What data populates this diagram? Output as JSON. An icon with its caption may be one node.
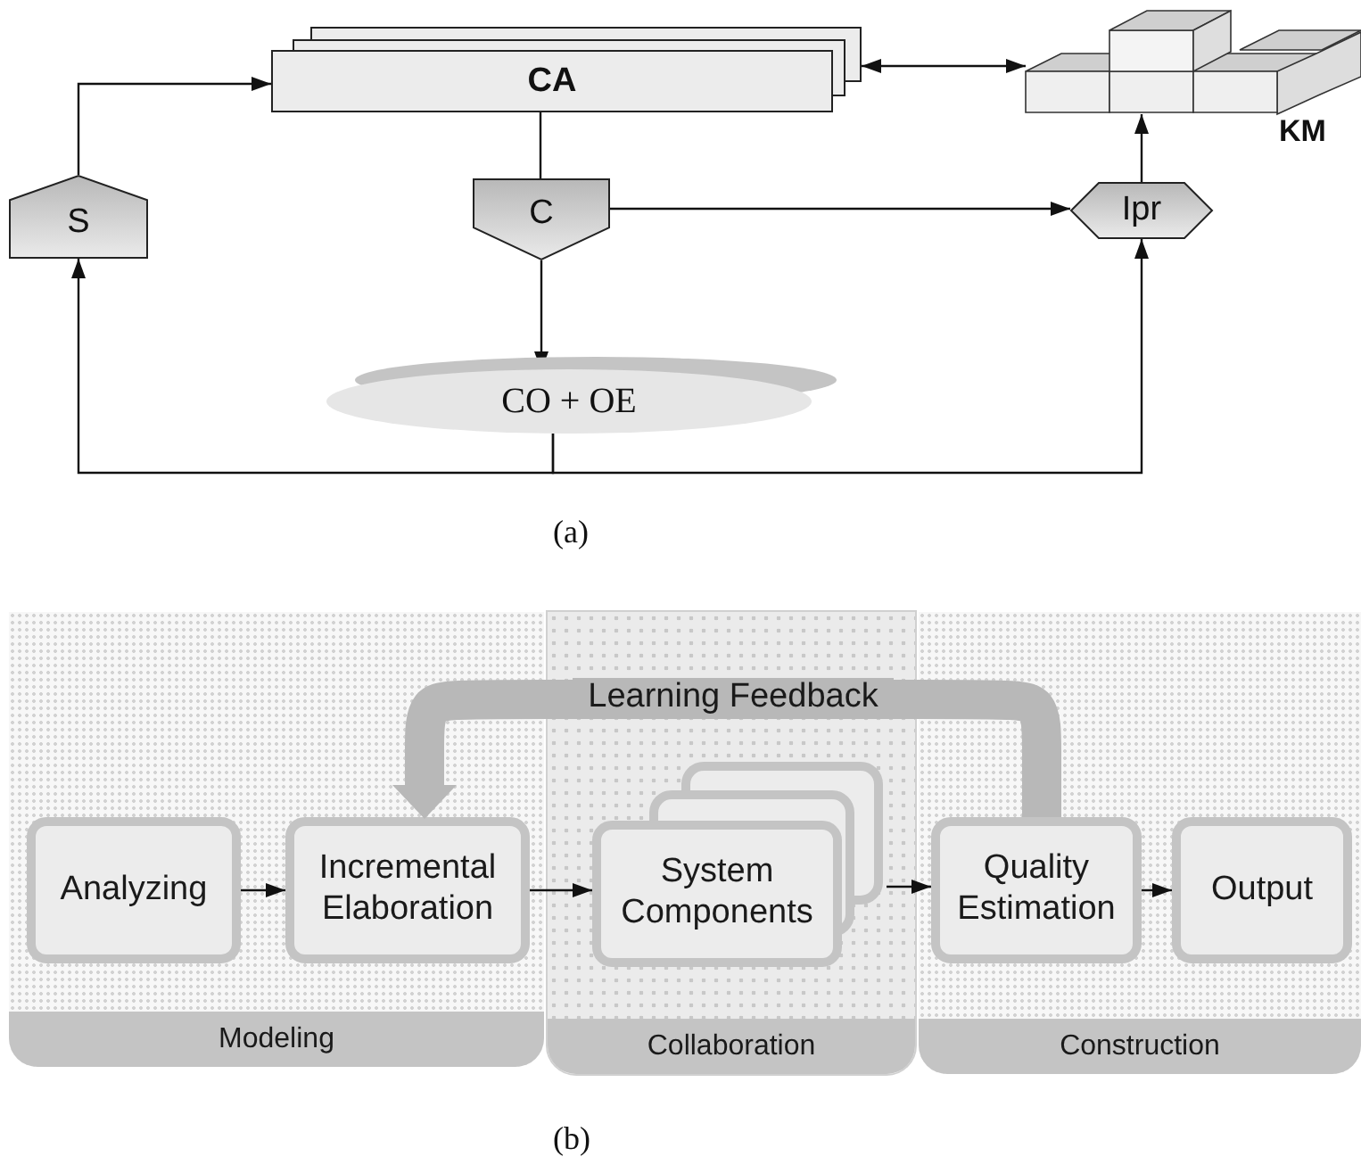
{
  "diagram": {
    "nodes": [
      {
        "text": [
          "CA"
        ]
      },
      {
        "text": [],
        "shape": "picture",
        "beside": [
          "KM"
        ]
      },
      {
        "text": [
          "S"
        ]
      },
      {
        "text": [
          "C"
        ]
      },
      {
        "text": [
          "Ipr"
        ]
      },
      {
        "text": [
          "CO + OE"
        ]
      },
      {
        "text": [
          "Modeling"
        ]
      },
      {
        "text": [
          "Collaboration"
        ]
      },
      {
        "text": [
          "Construction"
        ]
      },
      {
        "text": [
          "Analyzing"
        ],
        "in": 6
      },
      {
        "text": [
          "Incremental Elaboration"
        ],
        "in": 6
      },
      {
        "text": [
          "System Components"
        ],
        "in": 7
      },
      {
        "text": [
          "Quality Estimation"
        ],
        "in": 8
      },
      {
        "text": [
          "Output"
        ],
        "in": 8
      }
    ],
    "edges": [
      {
        "from": 2,
        "to": 0,
        "arrow": "to"
      },
      {
        "from": 0,
        "to": 1,
        "arrow": "both"
      },
      {
        "from": 0,
        "to": 3,
        "arrow": "none"
      },
      {
        "from": 3,
        "to": 4,
        "arrow": "to"
      },
      {
        "from": 3,
        "to": 5,
        "arrow": "to"
      },
      {
        "from": 4,
        "to": 1,
        "arrow": "to"
      },
      {
        "from": 5,
        "to": 2,
        "arrow": "to"
      },
      {
        "from": 5,
        "to": 4,
        "arrow": "to"
      },
      {
        "from": 9,
        "to": 10,
        "arrow": "to"
      },
      {
        "from": 10,
        "to": 11,
        "arrow": "to"
      },
      {
        "from": 11,
        "to": 12,
        "arrow": "to"
      },
      {
        "from": 12,
        "to": 13,
        "arrow": "to"
      },
      {
        "from": 12,
        "to": 10,
        "arrow": "to",
        "label": "Learning Feedback",
        "style": "thick",
        "color": "#b8b8b8"
      }
    ],
    "labels": [
      "(a)",
      "(b)"
    ]
  }
}
